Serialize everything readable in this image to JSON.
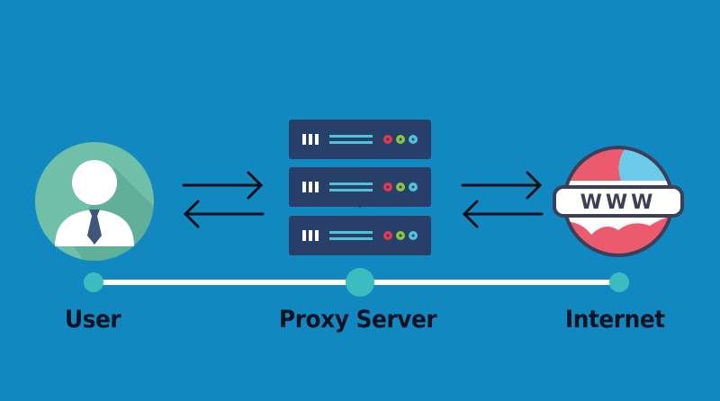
{
  "diagram": {
    "nodes": [
      {
        "id": "user",
        "label": "User",
        "icon": "user-avatar-icon"
      },
      {
        "id": "proxy",
        "label": "Proxy Server",
        "icon": "server-rack-icon"
      },
      {
        "id": "internet",
        "label": "Internet",
        "icon": "globe-www-icon"
      }
    ],
    "globe_text": "WWW",
    "connections": [
      {
        "from": "user",
        "to": "proxy",
        "type": "bidirectional"
      },
      {
        "from": "proxy",
        "to": "internet",
        "type": "bidirectional"
      }
    ],
    "server_units": 3,
    "colors": {
      "background": "#1288c0",
      "server": "#283f6a",
      "accent_teal": "#3bbcbf",
      "led_red": "#e0394f",
      "led_green": "#8cc63f",
      "led_cyan": "#4fc3d9",
      "globe_red": "#ec5a6e",
      "globe_blue": "#6ccbe8",
      "avatar_bg": "#6fbfa9"
    }
  }
}
